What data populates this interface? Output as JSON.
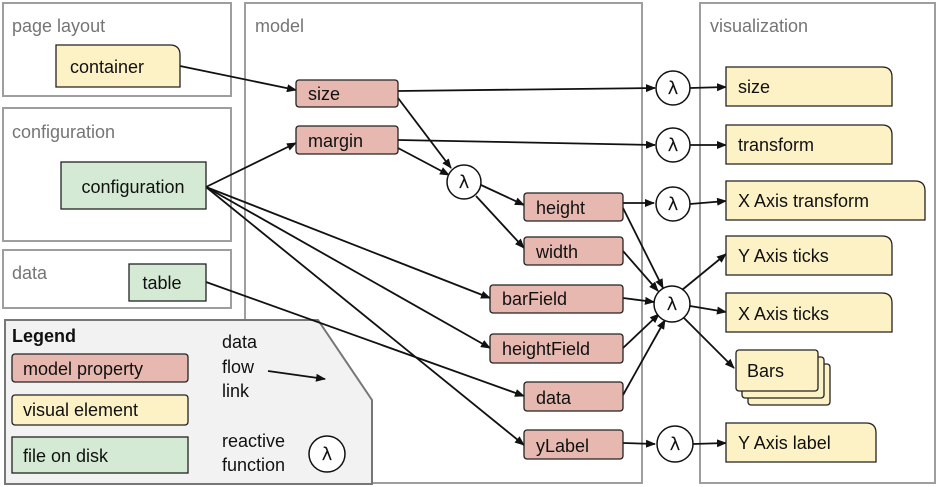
{
  "panels": {
    "page_layout": "page layout",
    "configuration": "configuration",
    "data": "data",
    "model": "model",
    "visualization": "visualization"
  },
  "files": {
    "configuration": "configuration",
    "table": "table"
  },
  "visuals": {
    "container": "container",
    "size": "size",
    "transform": "transform",
    "x_axis_transform": "X Axis transform",
    "y_axis_ticks": "Y Axis ticks",
    "x_axis_ticks": "X Axis ticks",
    "bars": "Bars",
    "y_axis_label": "Y Axis label"
  },
  "model": {
    "size": "size",
    "margin": "margin",
    "height": "height",
    "width": "width",
    "barField": "barField",
    "heightField": "heightField",
    "data": "data",
    "yLabel": "yLabel"
  },
  "lambda": "λ",
  "legend": {
    "title": "Legend",
    "model_property": "model property",
    "visual_element": "visual element",
    "file_on_disk": "file on disk",
    "flow_line1": "data",
    "flow_line2": "flow",
    "flow_line3": "link",
    "reactive_line1": "reactive",
    "reactive_line2": "function"
  },
  "colors": {
    "model_property": "#e6b8b0",
    "visual_element": "#fdf1c6",
    "file_on_disk": "#d5ead4",
    "panel_border": "#9e9e9e",
    "legend_background": "#f2f2f2"
  }
}
